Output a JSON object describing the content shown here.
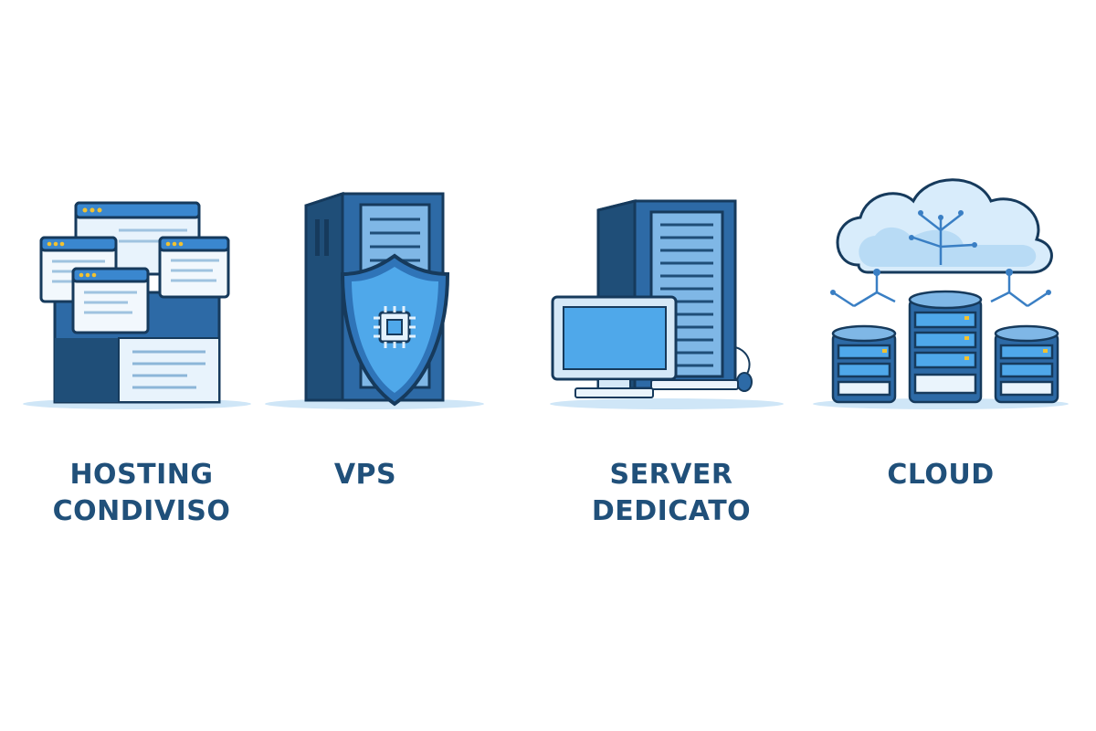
{
  "items": [
    {
      "id": "shared",
      "icon": "shared-hosting-icon",
      "label_lines": [
        "HOSTING",
        "CONDIVISO"
      ]
    },
    {
      "id": "vps",
      "icon": "vps-server-shield-icon",
      "label_lines": [
        "VPS"
      ]
    },
    {
      "id": "dedicated",
      "icon": "dedicated-server-icon",
      "label_lines": [
        "SERVER",
        "DEDICATO"
      ]
    },
    {
      "id": "cloud",
      "icon": "cloud-database-icon",
      "label_lines": [
        "CLOUD"
      ]
    }
  ],
  "colors": {
    "dark_blue": "#1f4e78",
    "mid_blue": "#3a7fc4",
    "light_blue": "#8cc4ee",
    "pale_blue": "#d8ecfb",
    "bright_blue": "#49a6e8",
    "outline": "#163a5c",
    "label": "#20507a",
    "accent_yellow": "#f2c230"
  }
}
